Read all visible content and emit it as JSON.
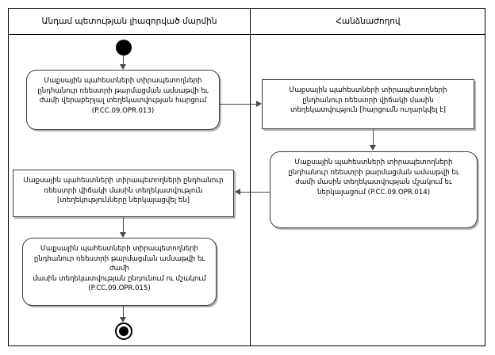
{
  "diagram": {
    "type": "uml-activity-diagram",
    "lanes": [
      {
        "id": "member-state",
        "title": "Անդամ պետության լիազորված մարմին"
      },
      {
        "id": "commission",
        "title": "Հանձնաժողով"
      }
    ],
    "nodes": {
      "initial": {
        "kind": "initial-node",
        "lane": "member-state"
      },
      "request": {
        "kind": "activity",
        "lane": "member-state",
        "label": "Մաքսային պահեստների տիրապետողների\nընդհանուր ռեեստրի թարմացման ամսաթվի եւ\nժամի վերաբերյալ տեղեկատվության հարցում\n(P.CC.09.OPR.013)",
        "operation_code": "P.CC.09.OPR.013"
      },
      "status_reply": {
        "kind": "activity",
        "lane": "commission",
        "label": "Մաքսային պահեստների տիրապետողների\nընդհանուր ռեեստրի վիճակի մասին\nտեղեկատվություն [հարցումն ուղարկվել է]",
        "guard": "[հարցումն ուղարկվել է]"
      },
      "prepare": {
        "kind": "activity",
        "lane": "commission",
        "label": "Մաքսային պահեստների տիրապետողների\nընդհանուր ռեեստրի թարմացման ամսաթվի եւ\nժամի մասին տեղեկատվության մշակում եւ\nներկայացում (P.CC.09.OPR.014)",
        "operation_code": "P.CC.09.OPR.014"
      },
      "status_info": {
        "kind": "object",
        "lane": "member-state",
        "label": "Մաքսային պահեստների տիրապետողների  ընդհանուր\nռեեստրի վիճակի մասին տեղեկատվություն\n[տեղեկությունները ներկայացվել են]",
        "guard": "[տեղեկությունները ներկայացվել են]"
      },
      "receive": {
        "kind": "activity",
        "lane": "member-state",
        "label": "Մաքսային պահեստների տիրապետողների\nընդհանուր ռեեստրի թարմացման ամսաթվի եւ ժամի\nմասին տեղեկատվության ընդունում ու մշակում\n(P.CC.09.OPR.015)",
        "operation_code": "P.CC.09.OPR.015"
      },
      "final": {
        "kind": "final-node",
        "lane": "member-state"
      }
    },
    "colors": {
      "frame": "#000000",
      "node_border": "#3d3d3d",
      "node_fill": "#ffffff",
      "flow": "#4a4a4a",
      "terminal": "#000000"
    }
  }
}
